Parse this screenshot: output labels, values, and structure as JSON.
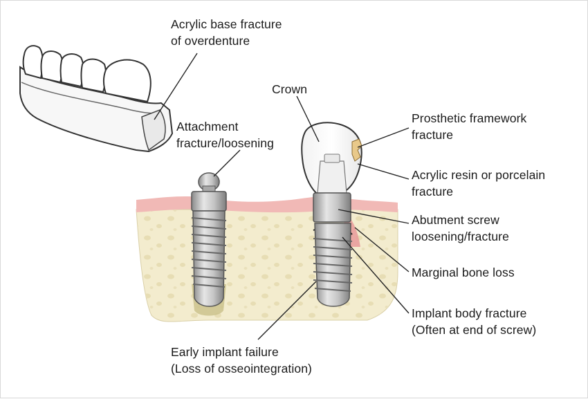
{
  "diagram": {
    "labels": {
      "acrylic_base": {
        "line1": "Acrylic base fracture",
        "line2": "of overdenture"
      },
      "attachment": {
        "line1": "Attachment",
        "line2": "fracture/loosening"
      },
      "crown": {
        "line1": "Crown"
      },
      "prosthetic_framework": {
        "line1": "Prosthetic framework",
        "line2": "fracture"
      },
      "acrylic_resin": {
        "line1": "Acrylic resin or porcelain",
        "line2": "fracture"
      },
      "abutment_screw": {
        "line1": "Abutment screw",
        "line2": "loosening/fracture"
      },
      "marginal_bone": {
        "line1": "Marginal bone loss"
      },
      "implant_body": {
        "line1": "Implant body fracture",
        "line2": "(Often at end of screw)"
      },
      "early_failure": {
        "line1": "Early implant failure",
        "line2": "(Loss of osseointegration)"
      }
    },
    "colors": {
      "gum": "#f1b9b6",
      "bone": "#f3ecce",
      "bone_spot": "#e6dcb2",
      "metal": "#b8b8b8",
      "metal_dark": "#7a7a7a",
      "osseo_loss": "#c9c08a",
      "bone_loss_red": "#e79a9a",
      "leader": "#222222"
    }
  }
}
